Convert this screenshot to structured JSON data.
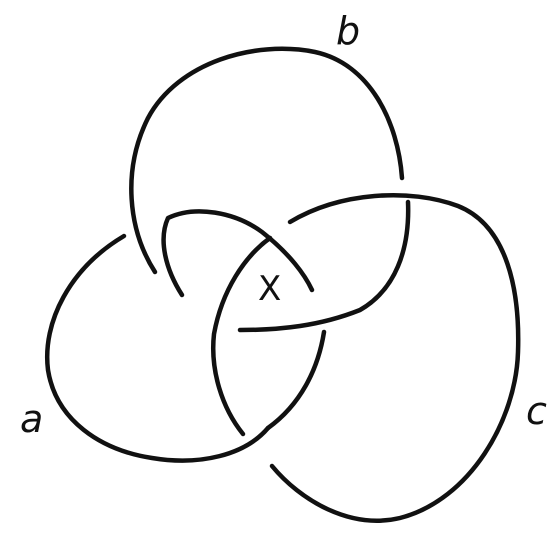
{
  "labels": {
    "a": "a",
    "b": "b",
    "c": "c",
    "x": "X"
  },
  "colors": {
    "ink": "#111111",
    "paper": "#ffffff"
  }
}
